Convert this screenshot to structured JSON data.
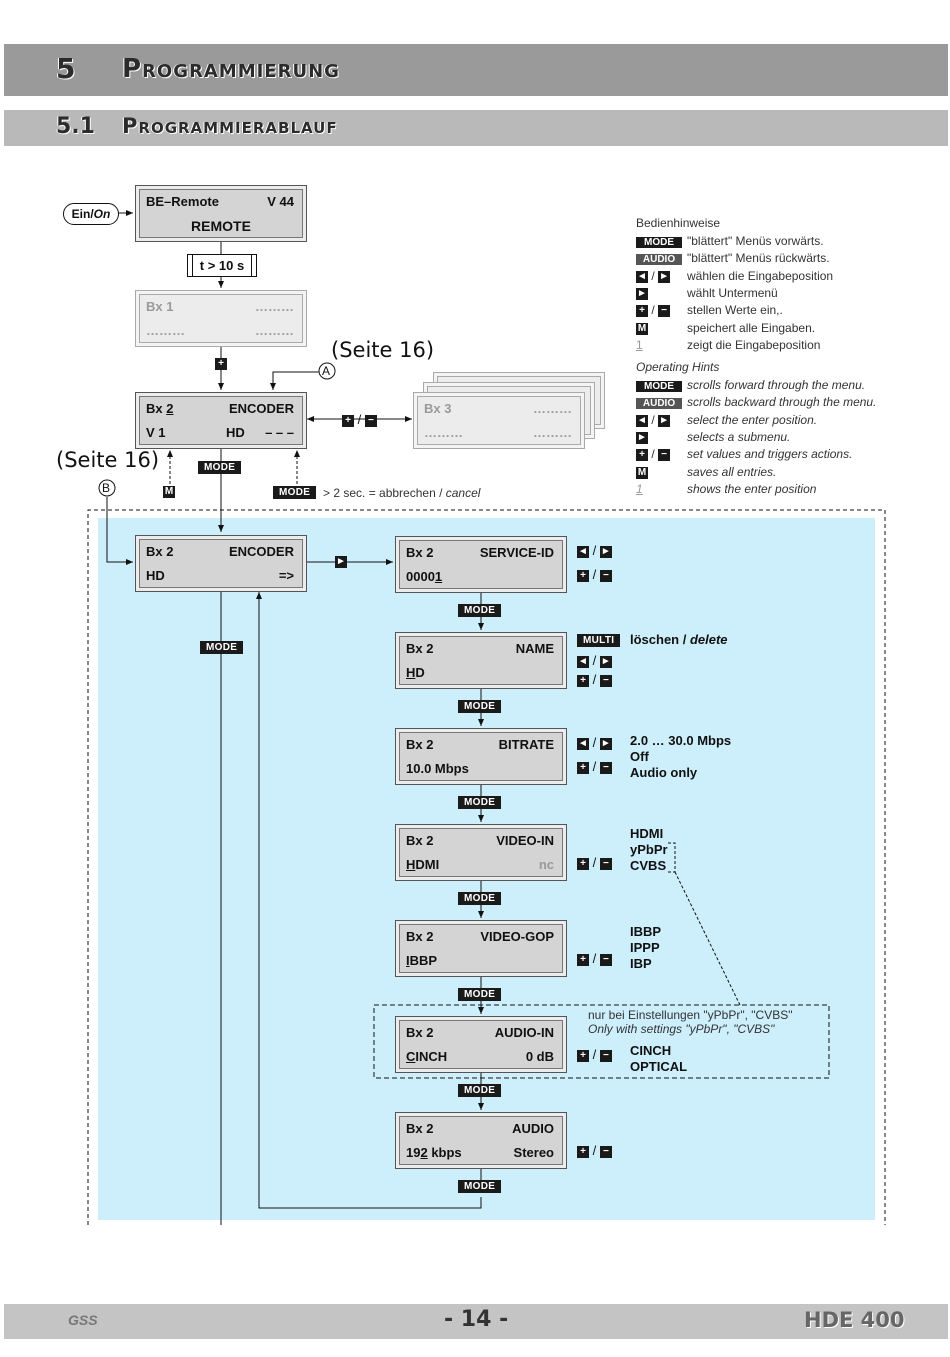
{
  "header": {
    "section_num": "5",
    "section_title": "Programmierung",
    "sub_num": "5.1",
    "sub_title": "Programmierablauf"
  },
  "power_button": {
    "label_de": "Ein/",
    "label_en": "On"
  },
  "timer_label": "t > 10 s",
  "seite_a": "(Seite 16)",
  "seite_b": "(Seite 16)",
  "marker_a": "A",
  "marker_b": "B",
  "lcd_remote": {
    "l1": "BE–Remote",
    "r1": "V 44",
    "c2": "REMOTE"
  },
  "lcd_bx1": {
    "l1": "Bx 1",
    "r1": "………",
    "l2": "………",
    "r2": "………"
  },
  "lcd_bx2_enc": {
    "l1_pre": "Bx ",
    "l1_u": "2",
    "r1": "ENCODER",
    "l2": "V 1",
    "m2": "HD",
    "r2": "– – –"
  },
  "lcd_bx3": {
    "l1": "Bx 3",
    "r1": "………",
    "l2": "………",
    "r2": "………"
  },
  "lcd_menu_top": {
    "l1": "Bx 2",
    "r1": "ENCODER",
    "l2": "HD",
    "r2": "=>"
  },
  "menus": [
    {
      "r1": "SERVICE-ID",
      "l2_pre": "0000",
      "l2_u": "1",
      "l2_post": "",
      "r2": ""
    },
    {
      "r1": "NAME",
      "l2_pre": "",
      "l2_u": "H",
      "l2_post": "D",
      "r2": ""
    },
    {
      "r1": "BITRATE",
      "l2_pre": "10.0 Mbps",
      "l2_u": "",
      "l2_post": "",
      "r2": ""
    },
    {
      "r1": "VIDEO-IN",
      "l2_pre": "",
      "l2_u": "H",
      "l2_post": "DMI",
      "r2": "nc"
    },
    {
      "r1": "VIDEO-GOP",
      "l2_pre": "",
      "l2_u": "I",
      "l2_post": "BBP",
      "r2": ""
    },
    {
      "r1": "AUDIO-IN",
      "l2_pre": "",
      "l2_u": "C",
      "l2_post": "INCH",
      "r2": "0 dB"
    },
    {
      "r1": "AUDIO",
      "l2_pre": "19",
      "l2_u": "2",
      "l2_post": " kbps",
      "r2": "Stereo"
    }
  ],
  "menu_bx": "Bx 2",
  "mode_label": "MODE",
  "multi_label": "MULTI",
  "m_label": "M",
  "plus": "+",
  "minus": "−",
  "left": "◄",
  "right": "►",
  "slash": "/",
  "cancel_hint": {
    "pre": "> 2 sec. = abbrechen / ",
    "it": "cancel"
  },
  "name_hint": {
    "de": "löschen / ",
    "en": "delete"
  },
  "bitrate_opts": [
    "2.0 … 30.0 Mbps",
    "Off",
    "Audio only"
  ],
  "videoin_opts": [
    "HDMI",
    "yPbPr",
    "CVBS"
  ],
  "gop_opts": [
    "IBBP",
    "IPPP",
    "IBP"
  ],
  "audioin_opts": [
    "CINCH",
    "OPTICAL"
  ],
  "audioin_note": {
    "de": "nur bei Einstellungen \"yPbPr\", \"CVBS\"",
    "en": "Only with settings \"yPbPr\", \"CVBS\""
  },
  "legend": {
    "title_de": "Bedienhinweise",
    "title_en": "Operating Hints",
    "mode": "MODE",
    "audio": "AUDIO",
    "de": [
      "\"blättert\" Menüs vorwärts.",
      "\"blättert\" Menüs rückwärts.",
      "wählen die Eingabeposition",
      "wählt Untermenü",
      "stellen Werte ein,.",
      "speichert alle Eingaben.",
      "zeigt die Eingabeposition"
    ],
    "en": [
      "scrolls forward through the menu.",
      "scrolls backward through the menu.",
      "select the enter position.",
      "selects a submenu.",
      "set values and triggers actions.",
      "saves all entries.",
      "shows the enter position"
    ],
    "cursor_sample": "1"
  },
  "footer": {
    "brand": "GSS",
    "page": "- 14 -",
    "model": "HDE 400"
  }
}
